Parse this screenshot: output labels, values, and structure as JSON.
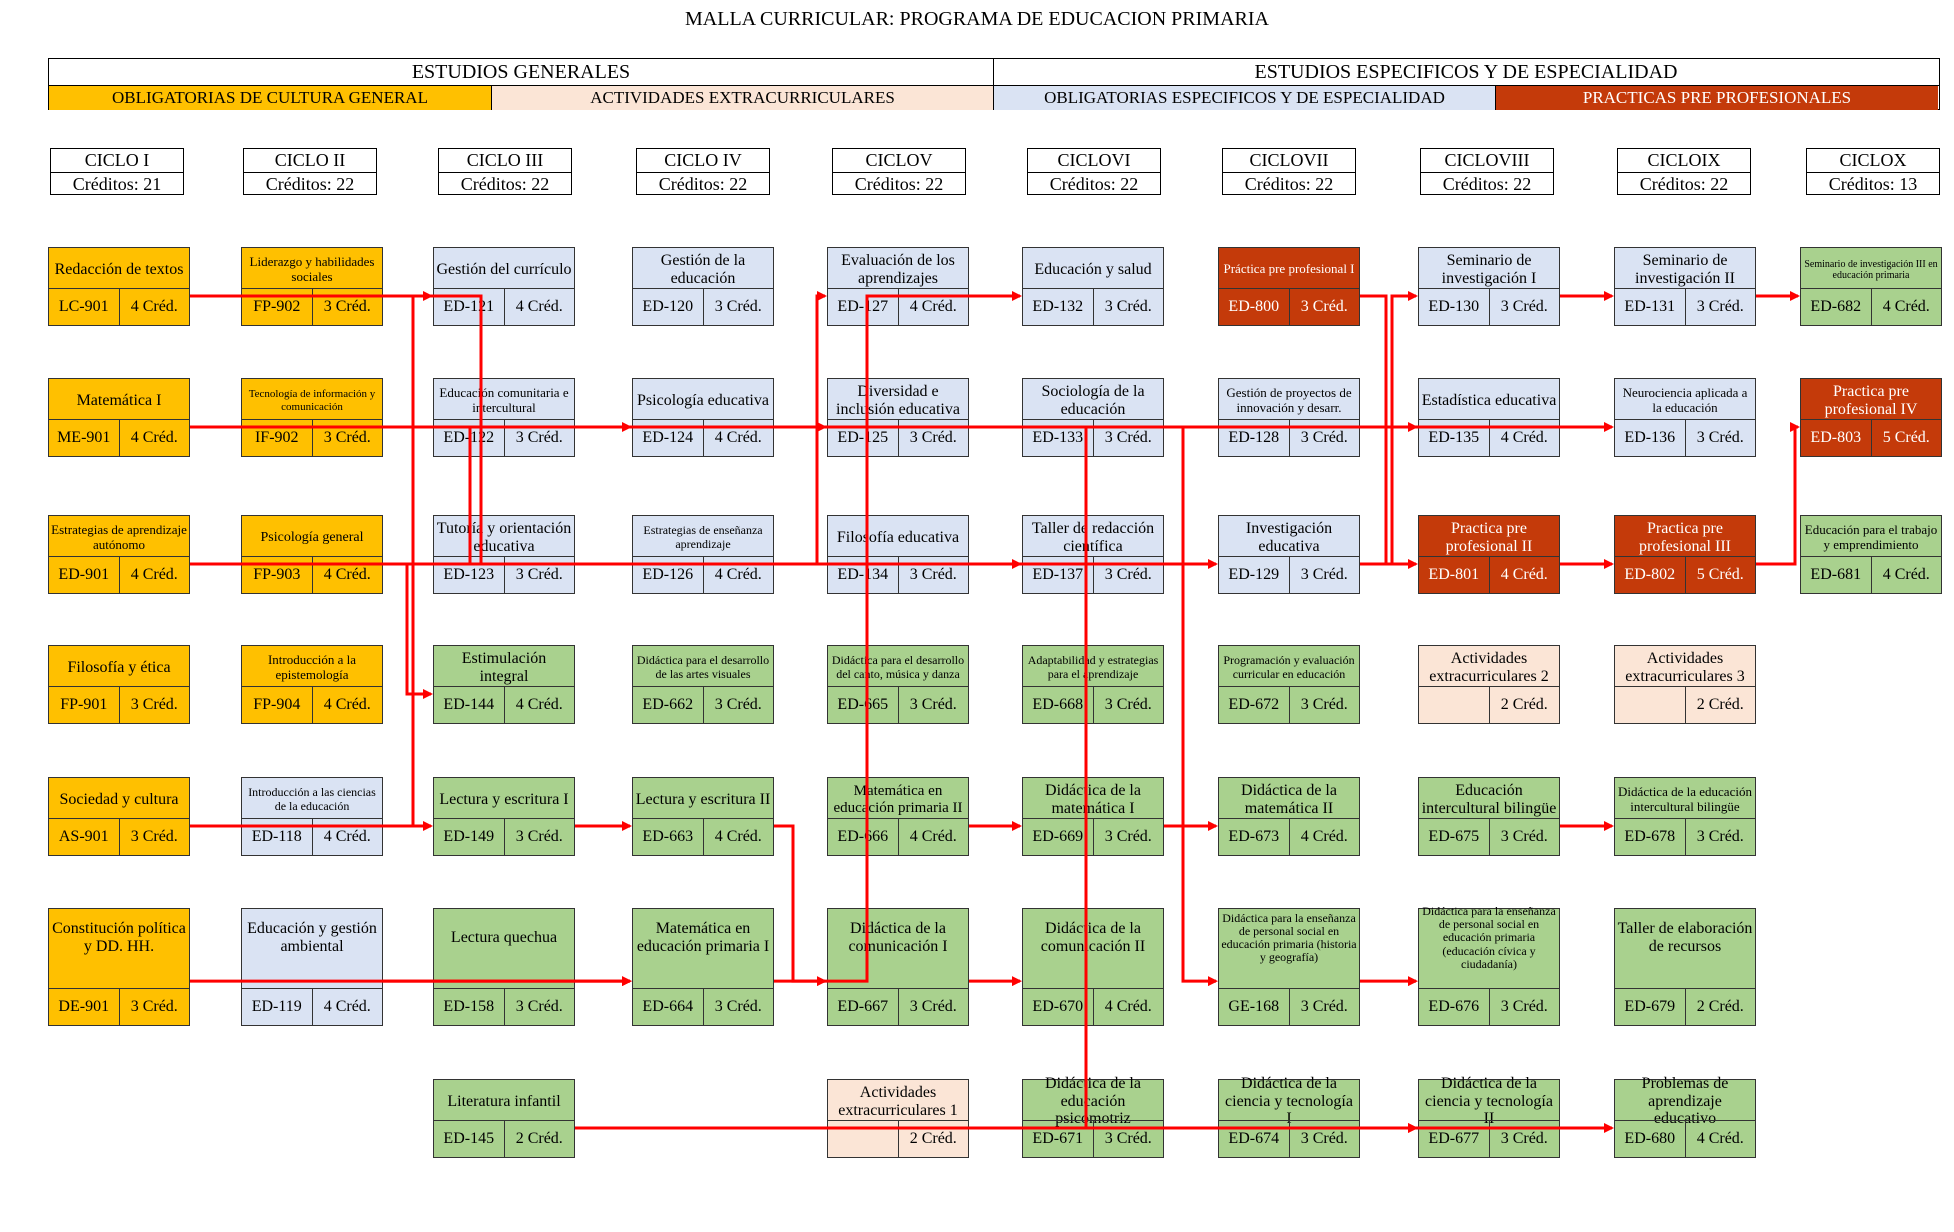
{
  "title": "MALLA CURRICULAR: PROGRAMA DE EDUCACION PRIMARIA",
  "legend": {
    "header_general": "ESTUDIOS GENERALES",
    "header_especificos": "ESTUDIOS ESPECIFICOS Y DE ESPECIALIDAD",
    "cat_obligatorias": "OBLIGATORIAS DE CULTURA GENERAL",
    "cat_extracurriculares": "ACTIVIDADES EXTRACURRICULARES",
    "cat_especificos": "OBLIGATORIAS ESPECIFICOS Y DE ESPECIALIDAD",
    "cat_practicas": "PRACTICAS PRE PROFESIONALES"
  },
  "colors": {
    "cultura_general": "#ffc000",
    "extracurricular": "#fbe5d6",
    "especificos": "#dae3f3",
    "especialidad": "#a9d18e",
    "practicas": "#c43a0a",
    "arrow": "#ff0000"
  },
  "cycles": [
    {
      "name": "CICLO I",
      "credits": "Créditos: 21"
    },
    {
      "name": "CICLO II",
      "credits": "Créditos: 22"
    },
    {
      "name": "CICLO III",
      "credits": "Créditos: 22"
    },
    {
      "name": "CICLO IV",
      "credits": "Créditos: 22"
    },
    {
      "name": "CICLOV",
      "credits": "Créditos: 22"
    },
    {
      "name": "CICLOVI",
      "credits": "Créditos: 22"
    },
    {
      "name": "CICLOVII",
      "credits": "Créditos: 22"
    },
    {
      "name": "CICLOVIII",
      "credits": "Créditos: 22"
    },
    {
      "name": "CICLOIX",
      "credits": "Créditos: 22"
    },
    {
      "name": "CICLOX",
      "credits": "Créditos: 13"
    }
  ],
  "courses": [
    {
      "id": "LC-901",
      "name": "Redacción de textos",
      "code": "LC-901",
      "credits": "4 Créd.",
      "category": "cultura_general"
    },
    {
      "id": "ME-901",
      "name": "Matemática I",
      "code": "ME-901",
      "credits": "4 Créd.",
      "category": "cultura_general"
    },
    {
      "id": "ED-901",
      "name": "Estrategias de aprendizaje autónomo",
      "code": "ED-901",
      "credits": "4 Créd.",
      "category": "cultura_general"
    },
    {
      "id": "FP-901",
      "name": "Filosofía y ética",
      "code": "FP-901",
      "credits": "3 Créd.",
      "category": "cultura_general"
    },
    {
      "id": "AS-901",
      "name": "Sociedad y cultura",
      "code": "AS-901",
      "credits": "3 Créd.",
      "category": "cultura_general"
    },
    {
      "id": "DE-901",
      "name": "Constitución política y DD. HH.",
      "code": "DE-901",
      "credits": "3 Créd.",
      "category": "cultura_general"
    },
    {
      "id": "FP-902",
      "name": "Liderazgo y habilidades sociales",
      "code": "FP-902",
      "credits": "3 Créd.",
      "category": "cultura_general"
    },
    {
      "id": "IF-902",
      "name": "Tecnología de información y comunicación",
      "code": "IF-902",
      "credits": "3 Créd.",
      "category": "cultura_general"
    },
    {
      "id": "FP-903",
      "name": "Psicología general",
      "code": "FP-903",
      "credits": "4 Créd.",
      "category": "cultura_general"
    },
    {
      "id": "FP-904",
      "name": "Introducción a la epistemología",
      "code": "FP-904",
      "credits": "4 Créd.",
      "category": "cultura_general"
    },
    {
      "id": "ED-118",
      "name": "Introducción a las ciencias de la educación",
      "code": "ED-118",
      "credits": "4 Créd.",
      "category": "especificos"
    },
    {
      "id": "ED-119",
      "name": "Educación y gestión ambiental",
      "code": "ED-119",
      "credits": "4 Créd.",
      "category": "especificos"
    },
    {
      "id": "ED-121",
      "name": "Gestión del currículo",
      "code": "ED-121",
      "credits": "4 Créd.",
      "category": "especificos"
    },
    {
      "id": "ED-122",
      "name": "Educación comunitaria e intercultural",
      "code": "ED-122",
      "credits": "3 Créd.",
      "category": "especificos"
    },
    {
      "id": "ED-123",
      "name": "Tutoría y orientación educativa",
      "code": "ED-123",
      "credits": "3 Créd.",
      "category": "especificos"
    },
    {
      "id": "ED-144",
      "name": "Estimulación integral",
      "code": "ED-144",
      "credits": "4 Créd.",
      "category": "especialidad"
    },
    {
      "id": "ED-149",
      "name": "Lectura y escritura I",
      "code": "ED-149",
      "credits": "3 Créd.",
      "category": "especialidad"
    },
    {
      "id": "ED-158",
      "name": "Lectura quechua",
      "code": "ED-158",
      "credits": "3 Créd.",
      "category": "especialidad"
    },
    {
      "id": "ED-145",
      "name": "Literatura infantil",
      "code": "ED-145",
      "credits": "2 Créd.",
      "category": "especialidad"
    },
    {
      "id": "ED-120",
      "name": "Gestión de la educación",
      "code": "ED-120",
      "credits": "3 Créd.",
      "category": "especificos"
    },
    {
      "id": "ED-124",
      "name": "Psicología educativa",
      "code": "ED-124",
      "credits": "4 Créd.",
      "category": "especificos"
    },
    {
      "id": "ED-126",
      "name": "Estrategias de enseñanza aprendizaje",
      "code": "ED-126",
      "credits": "4 Créd.",
      "category": "especificos"
    },
    {
      "id": "ED-662",
      "name": "Didáctica para el desarrollo de las artes visuales",
      "code": "ED-662",
      "credits": "3 Créd.",
      "category": "especialidad"
    },
    {
      "id": "ED-663",
      "name": "Lectura y escritura II",
      "code": "ED-663",
      "credits": "4 Créd.",
      "category": "especialidad"
    },
    {
      "id": "ED-664",
      "name": "Matemática en educación primaria I",
      "code": "ED-664",
      "credits": "3 Créd.",
      "category": "especialidad"
    },
    {
      "id": "ED-127",
      "name": "Evaluación de los aprendizajes",
      "code": "ED-127",
      "credits": "4 Créd.",
      "category": "especificos"
    },
    {
      "id": "ED-125",
      "name": "Diversidad e inclusión educativa",
      "code": "ED-125",
      "credits": "3 Créd.",
      "category": "especificos"
    },
    {
      "id": "ED-134",
      "name": "Filosofía educativa",
      "code": "ED-134",
      "credits": "3 Créd.",
      "category": "especificos"
    },
    {
      "id": "ED-665",
      "name": "Didáctica para el desarrollo del canto, música y danza",
      "code": "ED-665",
      "credits": "3 Créd.",
      "category": "especialidad"
    },
    {
      "id": "ED-666",
      "name": "Matemática en educación primaria II",
      "code": "ED-666",
      "credits": "4 Créd.",
      "category": "especialidad"
    },
    {
      "id": "ED-667",
      "name": "Didáctica de la comunicación I",
      "code": "ED-667",
      "credits": "3 Créd.",
      "category": "especialidad"
    },
    {
      "id": "EXT-1",
      "name": "Actividades extracurriculares 1",
      "code": "",
      "credits": "2 Créd.",
      "category": "extracurricular"
    },
    {
      "id": "ED-132",
      "name": "Educación y salud",
      "code": "ED-132",
      "credits": "3 Créd.",
      "category": "especificos"
    },
    {
      "id": "ED-133",
      "name": "Sociología de la educación",
      "code": "ED-133",
      "credits": "3 Créd.",
      "category": "especificos"
    },
    {
      "id": "ED-137",
      "name": "Taller de redacción científica",
      "code": "ED-137",
      "credits": "3 Créd.",
      "category": "especificos"
    },
    {
      "id": "ED-668",
      "name": "Adaptabilidad y estrategias para el aprendizaje",
      "code": "ED-668",
      "credits": "3 Créd.",
      "category": "especialidad"
    },
    {
      "id": "ED-669",
      "name": "Didáctica de la matemática I",
      "code": "ED-669",
      "credits": "3 Créd.",
      "category": "especialidad"
    },
    {
      "id": "ED-670",
      "name": "Didáctica de la comunicación II",
      "code": "ED-670",
      "credits": "4 Créd.",
      "category": "especialidad"
    },
    {
      "id": "ED-671",
      "name": "Didáctica de la educación psicomotriz",
      "code": "ED-671",
      "credits": "3 Créd.",
      "category": "especialidad"
    },
    {
      "id": "ED-800",
      "name": "Práctica pre profesional I",
      "code": "ED-800",
      "credits": "3 Créd.",
      "category": "practicas"
    },
    {
      "id": "ED-128",
      "name": "Gestión de proyectos de innovación y desarr.",
      "code": "ED-128",
      "credits": "3 Créd.",
      "category": "especificos"
    },
    {
      "id": "ED-129",
      "name": "Investigación educativa",
      "code": "ED-129",
      "credits": "3 Créd.",
      "category": "especificos"
    },
    {
      "id": "ED-672",
      "name": "Programación y evaluación curricular en educación",
      "code": "ED-672",
      "credits": "3 Créd.",
      "category": "especialidad"
    },
    {
      "id": "ED-673",
      "name": "Didáctica de la matemática II",
      "code": "ED-673",
      "credits": "4 Créd.",
      "category": "especialidad"
    },
    {
      "id": "GE-168",
      "name": "Didáctica para la enseñanza de personal social en educación primaria (historia y geografía)",
      "code": "GE-168",
      "credits": "3 Créd.",
      "category": "especialidad"
    },
    {
      "id": "ED-674",
      "name": "Didáctica de la ciencia y tecnología I",
      "code": "ED-674",
      "credits": "3 Créd.",
      "category": "especialidad"
    },
    {
      "id": "ED-130",
      "name": "Seminario de investigación I",
      "code": "ED-130",
      "credits": "3 Créd.",
      "category": "especificos"
    },
    {
      "id": "ED-135",
      "name": "Estadística educativa",
      "code": "ED-135",
      "credits": "4 Créd.",
      "category": "especificos"
    },
    {
      "id": "ED-801",
      "name": "Practica pre profesional II",
      "code": "ED-801",
      "credits": "4 Créd.",
      "category": "practicas"
    },
    {
      "id": "EXT-2",
      "name": "Actividades extracurriculares 2",
      "code": "",
      "credits": "2 Créd.",
      "category": "extracurricular"
    },
    {
      "id": "ED-675",
      "name": "Educación intercultural bilingüe",
      "code": "ED-675",
      "credits": "3 Créd.",
      "category": "especialidad"
    },
    {
      "id": "ED-676",
      "name": "Didáctica para la enseñanza de personal social en educación primaria (educación cívica y ciudadanía)",
      "code": "ED-676",
      "credits": "3 Créd.",
      "category": "especialidad"
    },
    {
      "id": "ED-677",
      "name": "Didáctica de la ciencia y tecnología II",
      "code": "ED-677",
      "credits": "3 Créd.",
      "category": "especialidad"
    },
    {
      "id": "ED-131",
      "name": "Seminario de investigación II",
      "code": "ED-131",
      "credits": "3 Créd.",
      "category": "especificos"
    },
    {
      "id": "ED-136",
      "name": "Neurociencia aplicada a la educación",
      "code": "ED-136",
      "credits": "3 Créd.",
      "category": "especificos"
    },
    {
      "id": "ED-802",
      "name": "Practica pre profesional III",
      "code": "ED-802",
      "credits": "5 Créd.",
      "category": "practicas"
    },
    {
      "id": "EXT-3",
      "name": "Actividades extracurriculares 3",
      "code": "",
      "credits": "2 Créd.",
      "category": "extracurricular"
    },
    {
      "id": "ED-678",
      "name": "Didáctica de la educación intercultural bilingüe",
      "code": "ED-678",
      "credits": "3 Créd.",
      "category": "especialidad"
    },
    {
      "id": "ED-679",
      "name": "Taller de elaboración de recursos",
      "code": "ED-679",
      "credits": "2 Créd.",
      "category": "especialidad"
    },
    {
      "id": "ED-680",
      "name": "Problemas de aprendizaje educativo",
      "code": "ED-680",
      "credits": "4 Créd.",
      "category": "especialidad"
    },
    {
      "id": "ED-682",
      "name": "Seminario de investigación III en educación primaria",
      "code": "ED-682",
      "credits": "4 Créd.",
      "category": "especialidad"
    },
    {
      "id": "ED-803",
      "name": "Practica pre profesional IV",
      "code": "ED-803",
      "credits": "5 Créd.",
      "category": "practicas"
    },
    {
      "id": "ED-681",
      "name": "Educación para el trabajo y emprendimiento",
      "code": "ED-681",
      "credits": "4 Créd.",
      "category": "especialidad"
    }
  ],
  "prerequisites": [
    [
      "LC-901",
      "ED-137"
    ],
    [
      "ME-901",
      "ED-135"
    ],
    [
      "ED-901",
      "ED-129"
    ],
    [
      "AS-901",
      "ED-149"
    ],
    [
      "DE-901",
      "ED-664"
    ],
    [
      "FP-903",
      "ED-124"
    ],
    [
      "FP-903",
      "ED-144"
    ],
    [
      "ED-118",
      "ED-121"
    ],
    [
      "ED-119",
      "ED-664"
    ],
    [
      "ED-149",
      "ED-663"
    ],
    [
      "ED-145",
      "ED-677"
    ],
    [
      "ED-124",
      "ED-125"
    ],
    [
      "ED-124",
      "ED-136"
    ],
    [
      "ED-124",
      "ED-680"
    ],
    [
      "ED-126",
      "ED-127"
    ],
    [
      "ED-663",
      "ED-667"
    ],
    [
      "ED-664",
      "ED-132"
    ],
    [
      "ED-666",
      "ED-669"
    ],
    [
      "ED-667",
      "ED-670"
    ],
    [
      "ED-669",
      "ED-673"
    ],
    [
      "ED-133",
      "GE-168"
    ],
    [
      "ED-800",
      "ED-801"
    ],
    [
      "ED-129",
      "ED-130"
    ],
    [
      "ED-674",
      "ED-677"
    ],
    [
      "GE-168",
      "ED-676"
    ],
    [
      "ED-130",
      "ED-131"
    ],
    [
      "ED-801",
      "ED-802"
    ],
    [
      "ED-675",
      "ED-678"
    ],
    [
      "ED-131",
      "ED-682"
    ],
    [
      "ED-802",
      "ED-803"
    ]
  ]
}
